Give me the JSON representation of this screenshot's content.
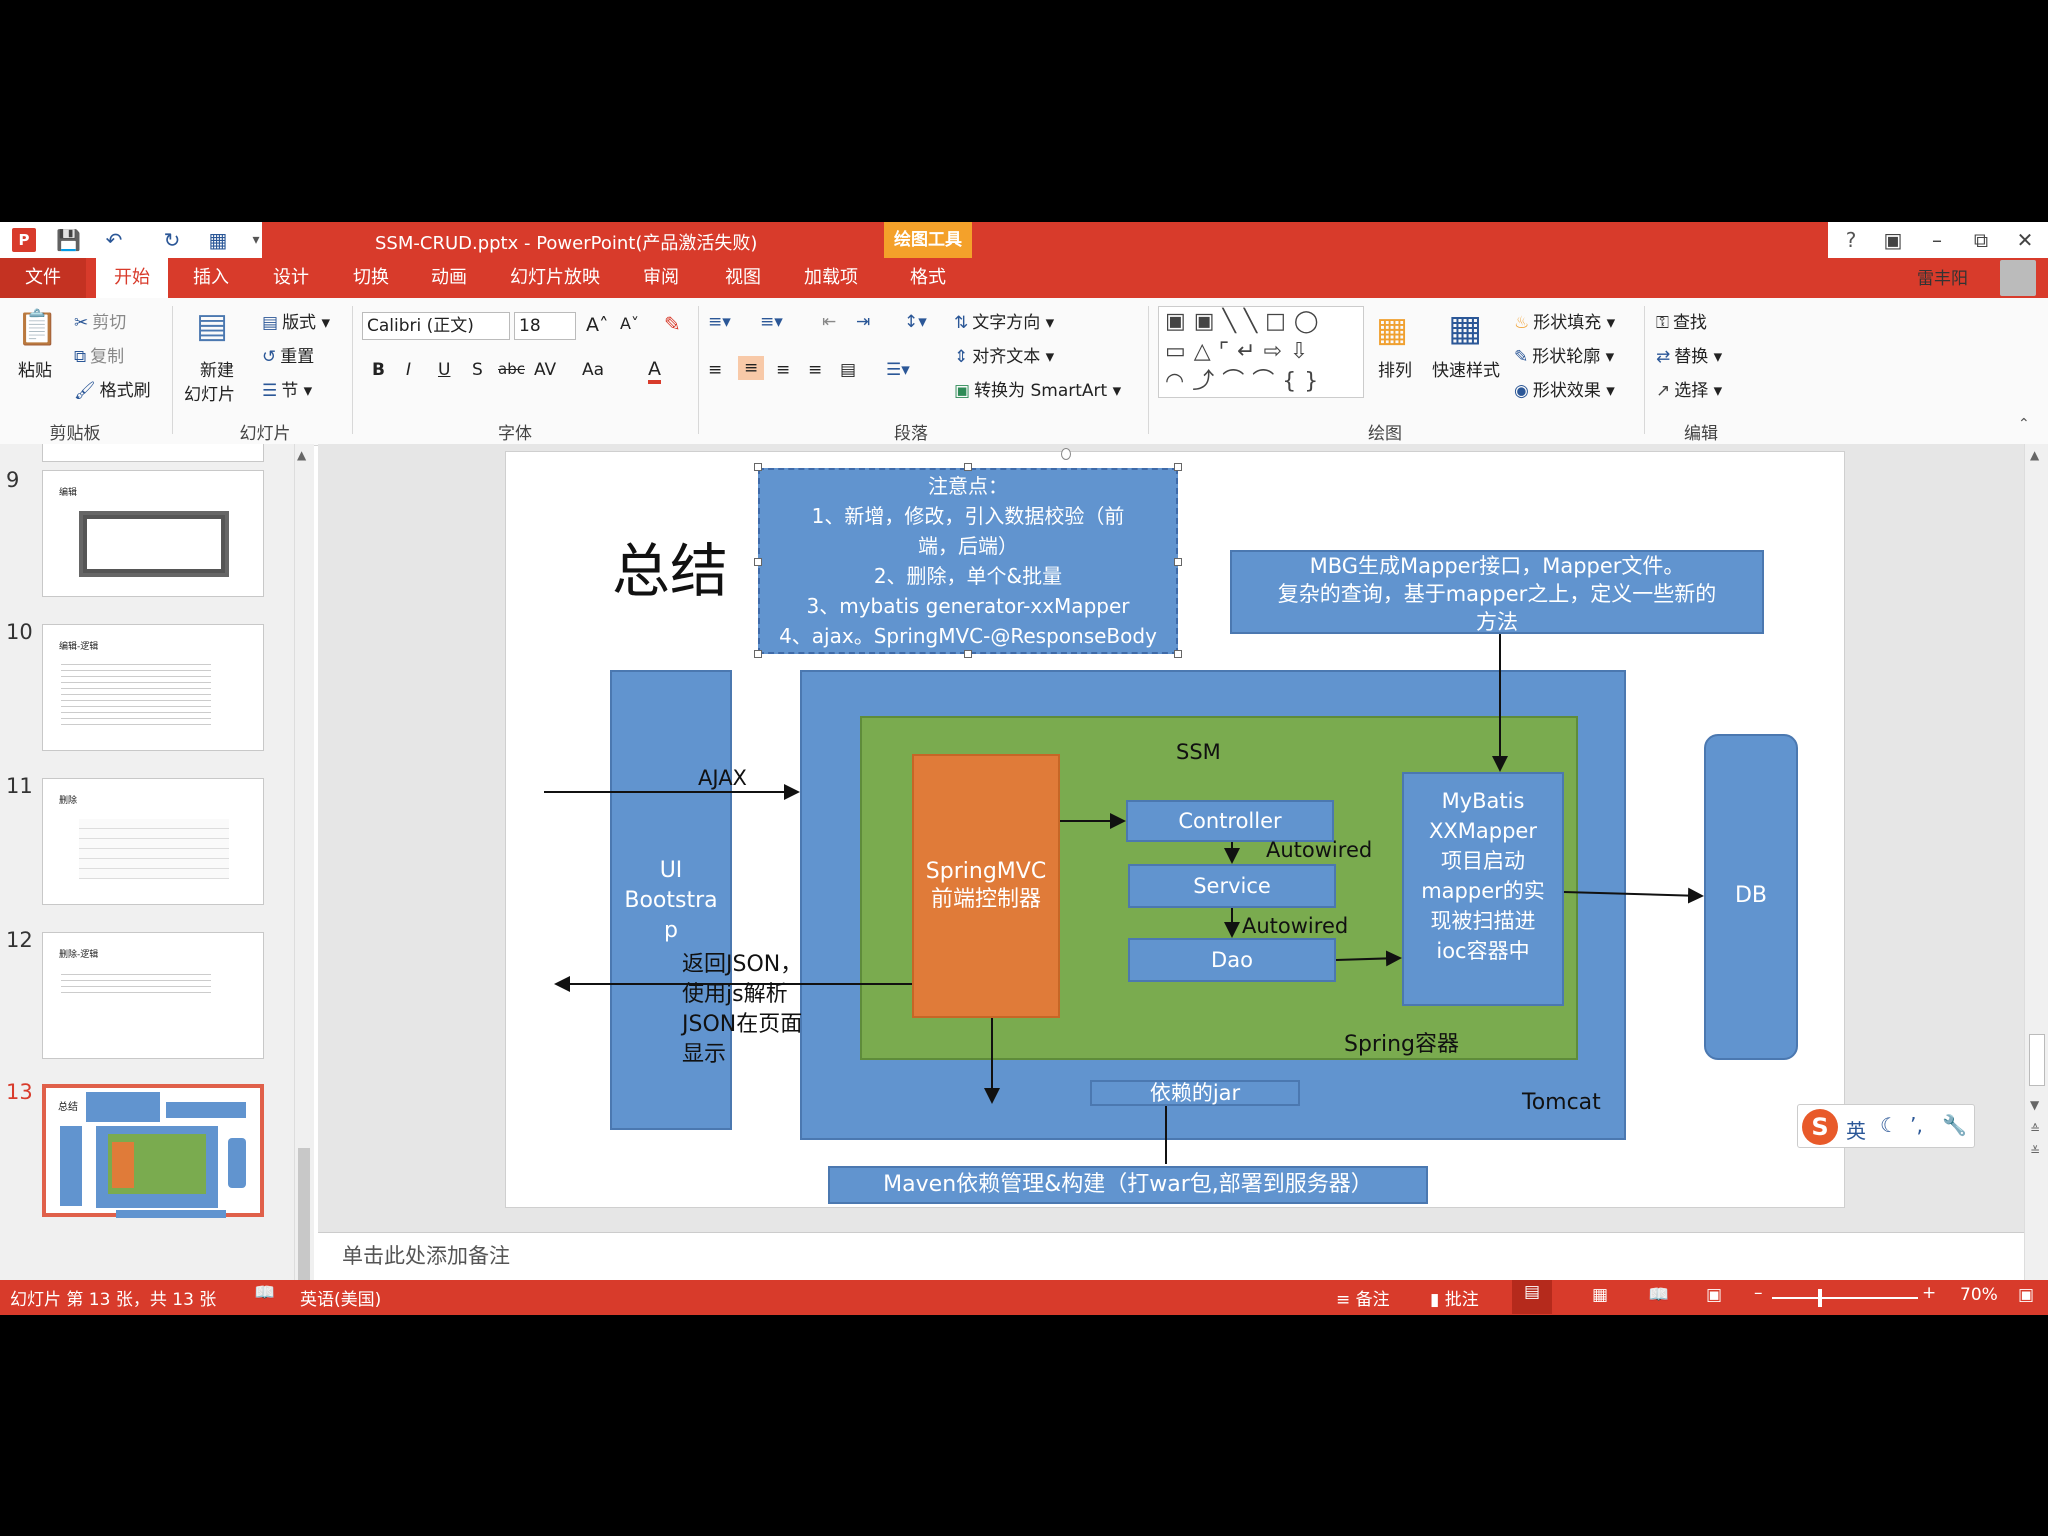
{
  "window": {
    "title": "SSM-CRUD.pptx - PowerPoint(产品激活失败)",
    "context_tab": "绘图工具",
    "user": "雷丰阳",
    "help": "?"
  },
  "tabs": [
    "文件",
    "开始",
    "插入",
    "设计",
    "切换",
    "动画",
    "幻灯片放映",
    "审阅",
    "视图",
    "加载项",
    "格式"
  ],
  "ribbon": {
    "clipboard": {
      "paste": "粘贴",
      "cut": "剪切",
      "copy": "复制",
      "format_painter": "格式刷",
      "label": "剪贴板"
    },
    "slides": {
      "new_slide": "新建",
      "new_slide2": "幻灯片",
      "layout": "版式",
      "reset": "重置",
      "section": "节",
      "label": "幻灯片"
    },
    "font": {
      "name": "Calibri (正文)",
      "size": "18",
      "label": "字体",
      "bold": "B",
      "italic": "I",
      "underline": "U",
      "shadow": "S",
      "strike": "abc",
      "spacing": "AV",
      "case": "Aa",
      "color": "A"
    },
    "paragraph": {
      "text_direction": "文字方向",
      "align_text": "对齐文本",
      "smartart": "转换为 SmartArt",
      "label": "段落"
    },
    "drawing": {
      "arrange": "排列",
      "quick_styles": "快速样式",
      "fill": "形状填充",
      "outline": "形状轮廓",
      "effects": "形状效果",
      "label": "绘图"
    },
    "editing": {
      "find": "查找",
      "replace": "替换",
      "select": "选择",
      "label": "编辑"
    }
  },
  "thumbnails": [
    {
      "num": "9",
      "title": "编辑"
    },
    {
      "num": "10",
      "title": "编辑-逻辑"
    },
    {
      "num": "11",
      "title": "删除"
    },
    {
      "num": "12",
      "title": "删除-逻辑"
    },
    {
      "num": "13",
      "title": "总结"
    }
  ],
  "slide": {
    "title": "总结",
    "notes_box": [
      "注意点：",
      "1、新增，修改，引入数据校验（前",
      "端，后端）",
      "2、删除，单个&批量",
      "3、mybatis generator-xxMapper",
      "4、ajax。SpringMVC-@ResponseBody"
    ],
    "mbg_box": [
      "MBG生成Mapper接口，Mapper文件。",
      "复杂的查询，基于mapper之上，定义一些新的",
      "方法"
    ],
    "ajax": "AJAX",
    "ui": [
      "UI",
      "Bootstra",
      "p"
    ],
    "ssm": "SSM",
    "springmvc": [
      "SpringMVC",
      "前端控制器"
    ],
    "controller": "Controller",
    "service": "Service",
    "dao": "Dao",
    "autowired1": "Autowired",
    "autowired2": "Autowired",
    "mybatis": [
      "MyBatis",
      "XXMapper",
      "项目启动",
      "mapper的实",
      "现被扫描进",
      "ioc容器中"
    ],
    "db": "DB",
    "return_json": [
      "返回JSON，",
      "使用js解析",
      "JSON在页面",
      "显示"
    ],
    "spring_container": "Spring容器",
    "jar": "依赖的jar",
    "tomcat": "Tomcat",
    "maven": "Maven依赖管理&构建（打war包,部署到服务器）"
  },
  "notes_placeholder": "单击此处添加备注",
  "status": {
    "slide_info": "幻灯片 第 13 张，共 13 张",
    "language": "英语(美国)",
    "notes": "备注",
    "comments": "批注",
    "zoom": "70%"
  },
  "ime": {
    "lang": "英"
  }
}
